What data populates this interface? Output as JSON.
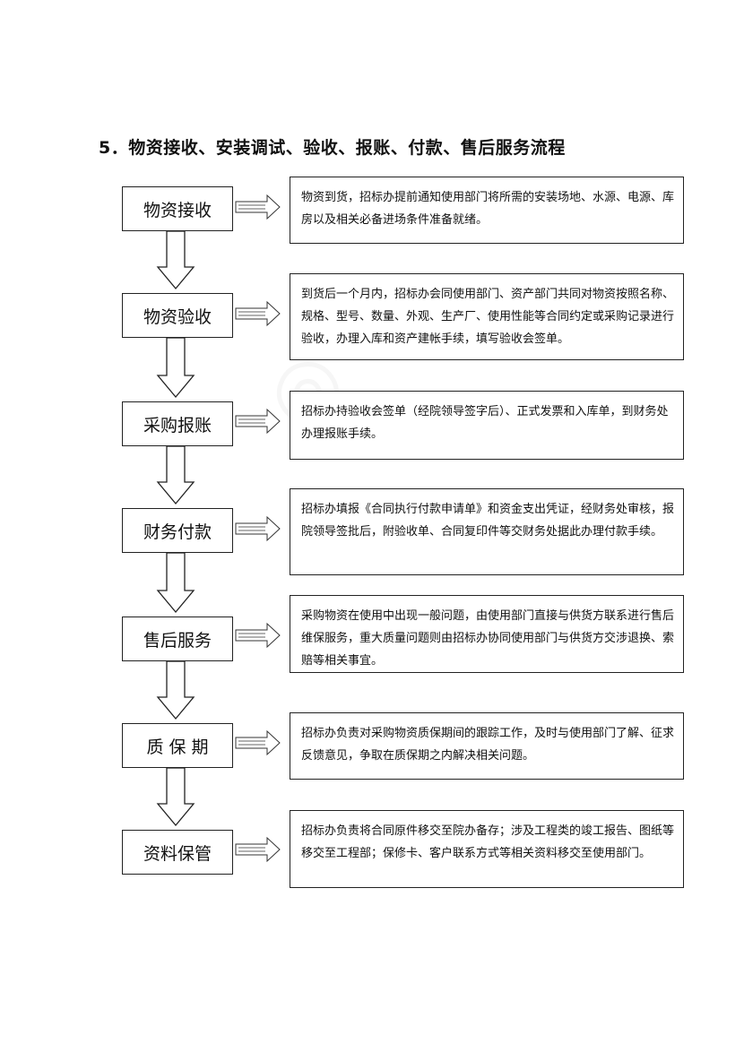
{
  "title": "5．物资接收、安装调试、验收、报账、付款、售后服务流程",
  "steps": [
    {
      "label": "物资接收",
      "desc": "物资到货，招标办提前通知使用部门将所需的安装场地、水源、电源、库房以及相关必备进场条件准备就绪。"
    },
    {
      "label": "物资验收",
      "desc": "到货后一个月内，招标办会同使用部门、资产部门共同对物资按照名称、规格、型号、数量、外观、生产厂、使用性能等合同约定或采购记录进行验收，办理入库和资产建帐手续，填写验收会签单。"
    },
    {
      "label": "采购报账",
      "desc": "招标办持验收会签单（经院领导签字后）、正式发票和入库单，到财务处办理报账手续。"
    },
    {
      "label": "财务付款",
      "desc": "招标办填报《合同执行付款申请单》和资金支出凭证，经财务处审核，报院领导签批后，附验收单、合同复印件等交财务处据此办理付款手续。"
    },
    {
      "label": "售后服务",
      "desc": "采购物资在使用中出现一般问题，由使用部门直接与供货方联系进行售后维保服务，重大质量问题则由招标办协同使用部门与供货方交涉退换、索赔等相关事宜。"
    },
    {
      "label": "质 保 期",
      "desc": "招标办负责对采购物资质保期间的跟踪工作，及时与使用部门了解、征求反馈意见，争取在质保期之内解决相关问题。"
    },
    {
      "label": "资料保管",
      "desc": "招标办负责将合同原件移交至院办备存；涉及工程类的竣工报告、图纸等移交至工程部；保修卡、客户联系方式等相关资料移交至使用部门。"
    }
  ]
}
